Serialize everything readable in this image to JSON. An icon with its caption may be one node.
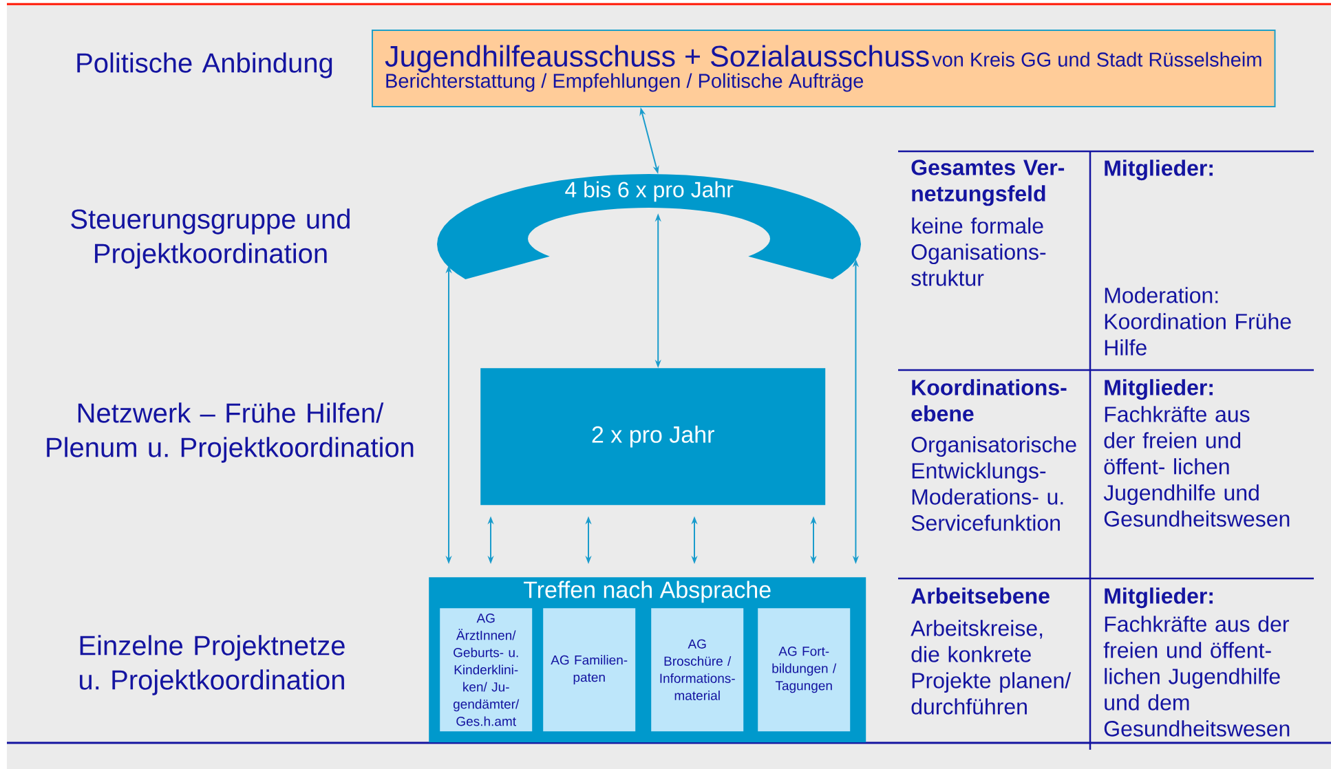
{
  "diagram": {
    "nodes": [
      {
        "text": [
          "Jugendhilfeausschuss + Sozialausschuss",
          "von Kreis GG und Stadt Rüsselsheim",
          "Berichterstattung / Empfehlungen / Politische Aufträge"
        ]
      },
      {
        "text": [
          "4 bis 6 x pro Jahr"
        ]
      },
      {
        "text": [
          "2 x pro Jahr"
        ]
      },
      {
        "text": [
          "Treffen nach Absprache"
        ]
      },
      {
        "text": [
          "AG ÄrztInnen/ Geburts- u. Kinderklini- ken/ Ju- gendämter/ Ges.h.amt"
        ],
        "in": 3
      },
      {
        "text": [
          "AG Familien- paten"
        ],
        "in": 3
      },
      {
        "text": [
          "AG Broschüre / Informations- material"
        ],
        "in": 3
      },
      {
        "text": [
          "AG Fort- bildungen / Tagungen"
        ],
        "in": 3
      }
    ],
    "edges": [
      {
        "from": 0,
        "to": 1,
        "arrow": "both"
      },
      {
        "from": 1,
        "to": 2,
        "arrow": "both"
      },
      {
        "from": 1,
        "to": 3,
        "arrow": "both"
      },
      {
        "from": 1,
        "to": 3,
        "arrow": "both"
      },
      {
        "from": 2,
        "to": 3,
        "arrow": "both"
      },
      {
        "from": 2,
        "to": 3,
        "arrow": "both"
      },
      {
        "from": 2,
        "to": 3,
        "arrow": "both"
      },
      {
        "from": 2,
        "to": 3,
        "arrow": "both"
      }
    ],
    "labels": [
      "Politische Anbindung",
      "Steuerungsgruppe und Projektkoordination",
      "Netzwerk – Frühe Hilfen/ Plenum u. Projektkoordination",
      "Einzelne Projektnetze u. Projektkoordination",
      "Gesamtes Ver- netzungsfeld",
      "keine formale Oganisations- struktur",
      "Mitglieder:",
      "Moderation: Koordination Frühe Hilfe",
      "Koordinations- ebene",
      "Organisatorische Entwicklungs- Moderations- u. Servicefunktion",
      "Mitglieder:",
      "Fachkräfte aus der freien und öffent- lichen Jugendhilfe und Gesundheitswesen",
      "Arbeitsebene",
      "Arbeitskreise, die konkrete Projekte planen/ durchführen",
      "Mitglieder:",
      "Fachkräfte aus der freien und öffent- lichen Jugendhilfe und dem Gesundheitswesen"
    ]
  }
}
